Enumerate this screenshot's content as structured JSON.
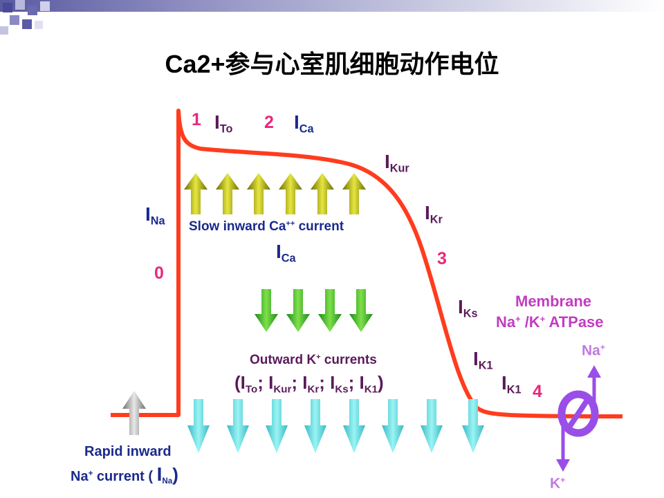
{
  "title": "Ca2+参与心室肌细胞动作电位",
  "phases": {
    "p0": "0",
    "p1": "1",
    "p2": "2",
    "p3": "3",
    "p4": "4"
  },
  "currents": {
    "i": "I",
    "to": "To",
    "ca": "Ca",
    "ca2": "Ca",
    "kur": "Kur",
    "kr": "Kr",
    "ks": "Ks",
    "k1a": "K1",
    "k1b": "K1",
    "na": "Na"
  },
  "slow_inward": {
    "text": "Slow inward Ca",
    "sup": "++",
    "tail": " current"
  },
  "outward": {
    "line1": "Outward K",
    "line1_sup": "+",
    "line1_tail": " currents",
    "open": "(",
    "close": ")",
    "sep": "; ",
    "items": [
      "To",
      "Kur",
      "Kr",
      "Ks",
      "K1"
    ]
  },
  "rapid": {
    "line1": "Rapid inward",
    "line2": "Na",
    "line2_sup": "+",
    "line2_tail": " current ( ",
    "na": "Na",
    "close": ")"
  },
  "pump": {
    "line1": "Membrane",
    "line2a": "Na",
    "line2b": " /K",
    "line2c": " ATPase",
    "plus": "+",
    "na": "Na",
    "k": "K"
  },
  "colors": {
    "trace": "#ff3c1e",
    "ca_arrow": "#a0a010",
    "k_green": "#2ab02a",
    "cyan": "#40d0d8",
    "grey": "#808080",
    "pump": "#9a4ee8",
    "phase": "#e8287a",
    "label_navy": "#1a2a8c",
    "label_purple": "#5a1a5a"
  }
}
